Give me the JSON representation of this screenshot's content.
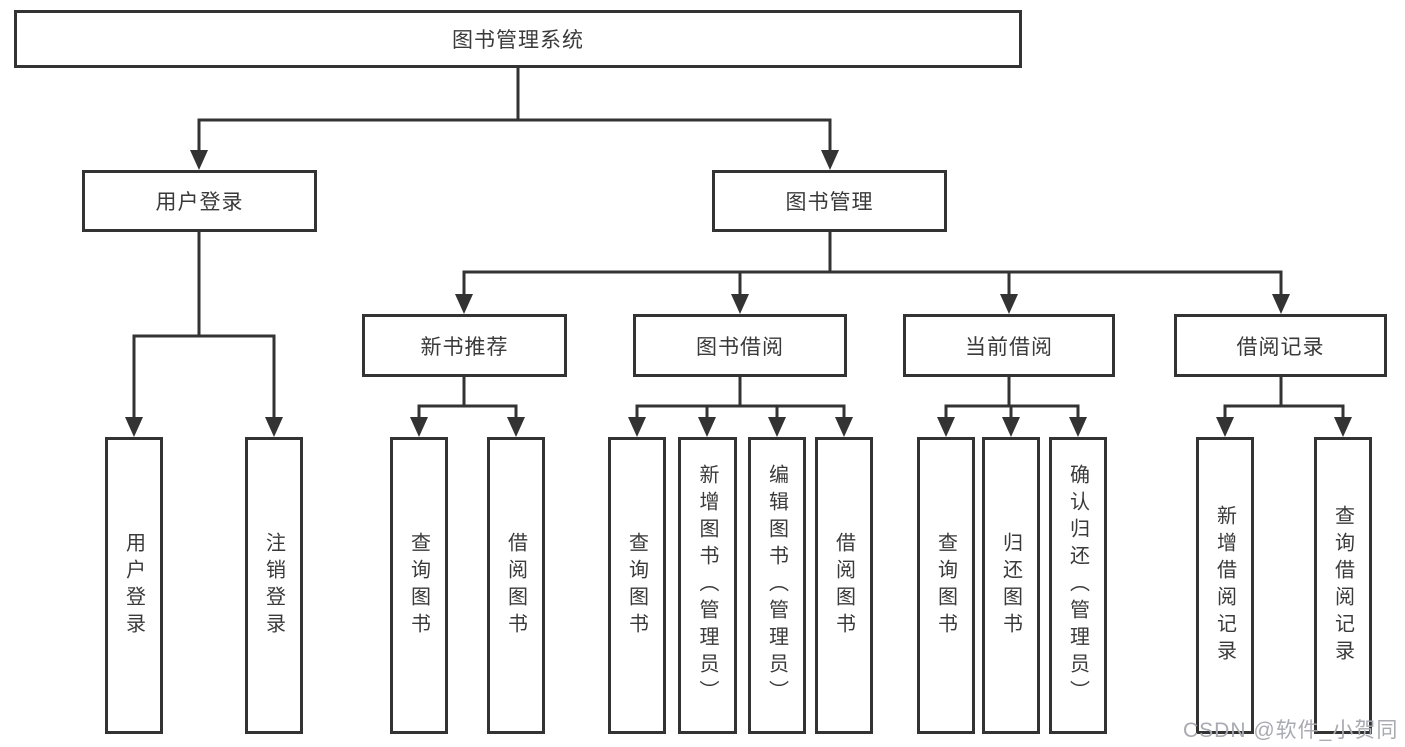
{
  "diagram_type": "hierarchy-tree",
  "tree": {
    "root": "图书管理系统",
    "user_login": {
      "label": "用户登录",
      "leaves": [
        "用户登录",
        "注销登录"
      ]
    },
    "book_management": {
      "label": "图书管理",
      "sections": {
        "new_book_recommend": {
          "label": "新书推荐",
          "leaves": [
            "查询图书",
            "借阅图书"
          ]
        },
        "book_borrowing": {
          "label": "图书借阅",
          "leaves": [
            "查询图书",
            "新增图书（管理员）",
            "编辑图书（管理员）",
            "借阅图书"
          ]
        },
        "current_borrowing": {
          "label": "当前借阅",
          "leaves": [
            "查询图书",
            "归还图书",
            "确认归还（管理员）"
          ]
        },
        "borrowing_records": {
          "label": "借阅记录",
          "leaves": [
            "新增借阅记录",
            "查询借阅记录"
          ]
        }
      }
    }
  },
  "watermark": "CSDN @软件_小贺同学",
  "colors": {
    "line": "#333333",
    "box_border": "#333333",
    "box_background": "#ffffff",
    "text": "#3a3a3a",
    "watermark_text": "#a9aab2",
    "page_background": "#ffffff"
  }
}
